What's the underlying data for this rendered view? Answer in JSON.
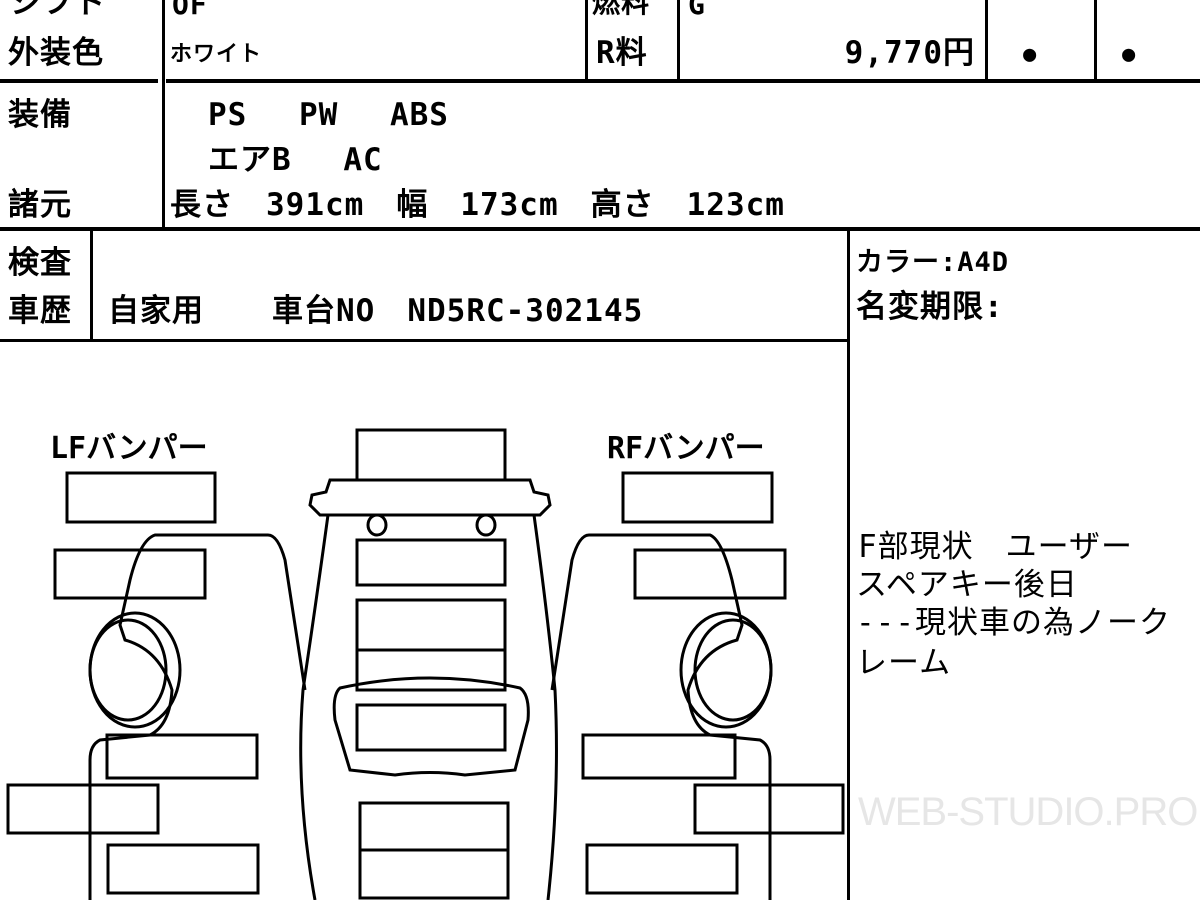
{
  "header_rows": {
    "shift_label": "シフト",
    "shift_value": "OF",
    "fuel_label": "燃料",
    "fuel_value": "G",
    "exterior_color_label": "外装色",
    "exterior_color_value": "ホワイト",
    "recycle_fee_label": "R料",
    "recycle_fee_value": "9,770円",
    "marks": [
      "●",
      "●"
    ]
  },
  "equipment": {
    "label": "装備",
    "line1": "PS　 PW　 ABS",
    "line2": "エアB　 AC"
  },
  "specs": {
    "label": "諸元",
    "text": "長さ　391cm　幅　173cm　高さ　123cm"
  },
  "inspection": {
    "label": "検査",
    "history_label": "車歴",
    "usage": "自家用",
    "chassis_text": "車台NO　ND5RC-302145"
  },
  "notes": {
    "color_code": "カラー:A4D",
    "transfer_deadline": "名変期限:",
    "lines": [
      "F部現状　ユーザー",
      "スペアキー後日",
      "---現状車の為ノーク",
      "レーム"
    ]
  },
  "diagram": {
    "lf_label": "LFバンパー",
    "rf_label": "RFバンパー"
  },
  "watermark": "WEB-STUDIO.PRO"
}
